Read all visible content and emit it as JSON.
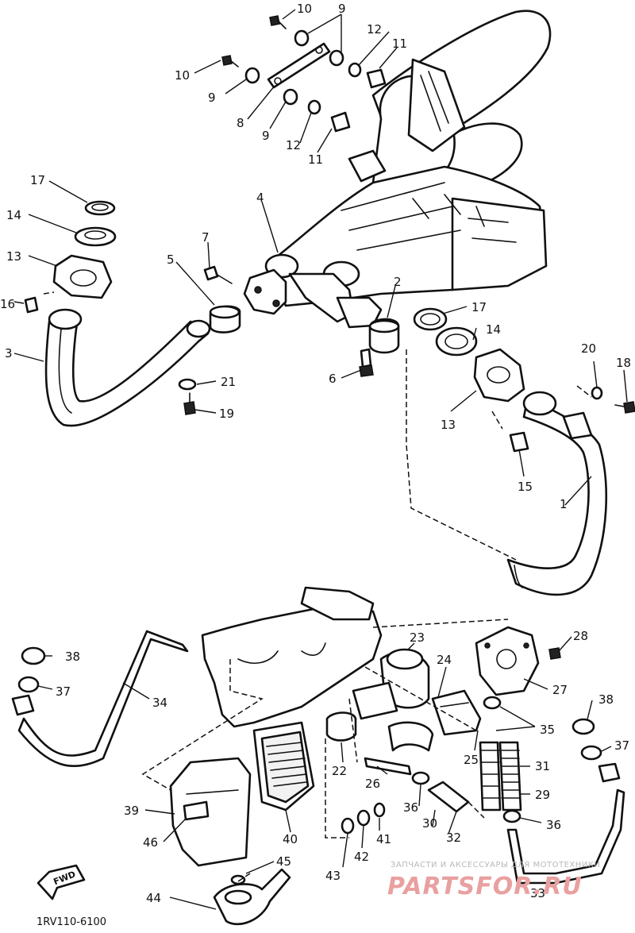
{
  "diagram": {
    "drawing_code": "1RV110-6100",
    "fwd_label": "FWD",
    "callouts": [
      {
        "id": "c1",
        "label": "1"
      },
      {
        "id": "c2",
        "label": "2"
      },
      {
        "id": "c3",
        "label": "3"
      },
      {
        "id": "c4",
        "label": "4"
      },
      {
        "id": "c5",
        "label": "5"
      },
      {
        "id": "c6",
        "label": "6"
      },
      {
        "id": "c7",
        "label": "7"
      },
      {
        "id": "c8",
        "label": "8"
      },
      {
        "id": "c9a",
        "label": "9"
      },
      {
        "id": "c9b",
        "label": "9"
      },
      {
        "id": "c9c",
        "label": "9"
      },
      {
        "id": "c10a",
        "label": "10"
      },
      {
        "id": "c10b",
        "label": "10"
      },
      {
        "id": "c11a",
        "label": "11"
      },
      {
        "id": "c11b",
        "label": "11"
      },
      {
        "id": "c12a",
        "label": "12"
      },
      {
        "id": "c12b",
        "label": "12"
      },
      {
        "id": "c13a",
        "label": "13"
      },
      {
        "id": "c13b",
        "label": "13"
      },
      {
        "id": "c14a",
        "label": "14"
      },
      {
        "id": "c14b",
        "label": "14"
      },
      {
        "id": "c15",
        "label": "15"
      },
      {
        "id": "c16",
        "label": "16"
      },
      {
        "id": "c17a",
        "label": "17"
      },
      {
        "id": "c17b",
        "label": "17"
      },
      {
        "id": "c18",
        "label": "18"
      },
      {
        "id": "c19",
        "label": "19"
      },
      {
        "id": "c20",
        "label": "20"
      },
      {
        "id": "c21",
        "label": "21"
      },
      {
        "id": "c22",
        "label": "22"
      },
      {
        "id": "c23",
        "label": "23"
      },
      {
        "id": "c24",
        "label": "24"
      },
      {
        "id": "c25",
        "label": "25"
      },
      {
        "id": "c26",
        "label": "26"
      },
      {
        "id": "c27",
        "label": "27"
      },
      {
        "id": "c28",
        "label": "28"
      },
      {
        "id": "c29",
        "label": "29"
      },
      {
        "id": "c30",
        "label": "30"
      },
      {
        "id": "c31",
        "label": "31"
      },
      {
        "id": "c32",
        "label": "32"
      },
      {
        "id": "c33",
        "label": "33"
      },
      {
        "id": "c34",
        "label": "34"
      },
      {
        "id": "c35",
        "label": "35"
      },
      {
        "id": "c36a",
        "label": "36"
      },
      {
        "id": "c36b",
        "label": "36"
      },
      {
        "id": "c37a",
        "label": "37"
      },
      {
        "id": "c37b",
        "label": "37"
      },
      {
        "id": "c38a",
        "label": "38"
      },
      {
        "id": "c38b",
        "label": "38"
      },
      {
        "id": "c39",
        "label": "39"
      },
      {
        "id": "c40",
        "label": "40"
      },
      {
        "id": "c41",
        "label": "41"
      },
      {
        "id": "c42",
        "label": "42"
      },
      {
        "id": "c43",
        "label": "43"
      },
      {
        "id": "c44",
        "label": "44"
      },
      {
        "id": "c45",
        "label": "45"
      },
      {
        "id": "c46",
        "label": "46"
      }
    ]
  },
  "watermark": {
    "tagline": "ЗАПЧАСТИ И АКСЕССУАРЫ ДЛЯ МОТОТЕХНИКИ",
    "logo": "PARTSFOR.RU",
    "color": "#e9a0a0"
  }
}
